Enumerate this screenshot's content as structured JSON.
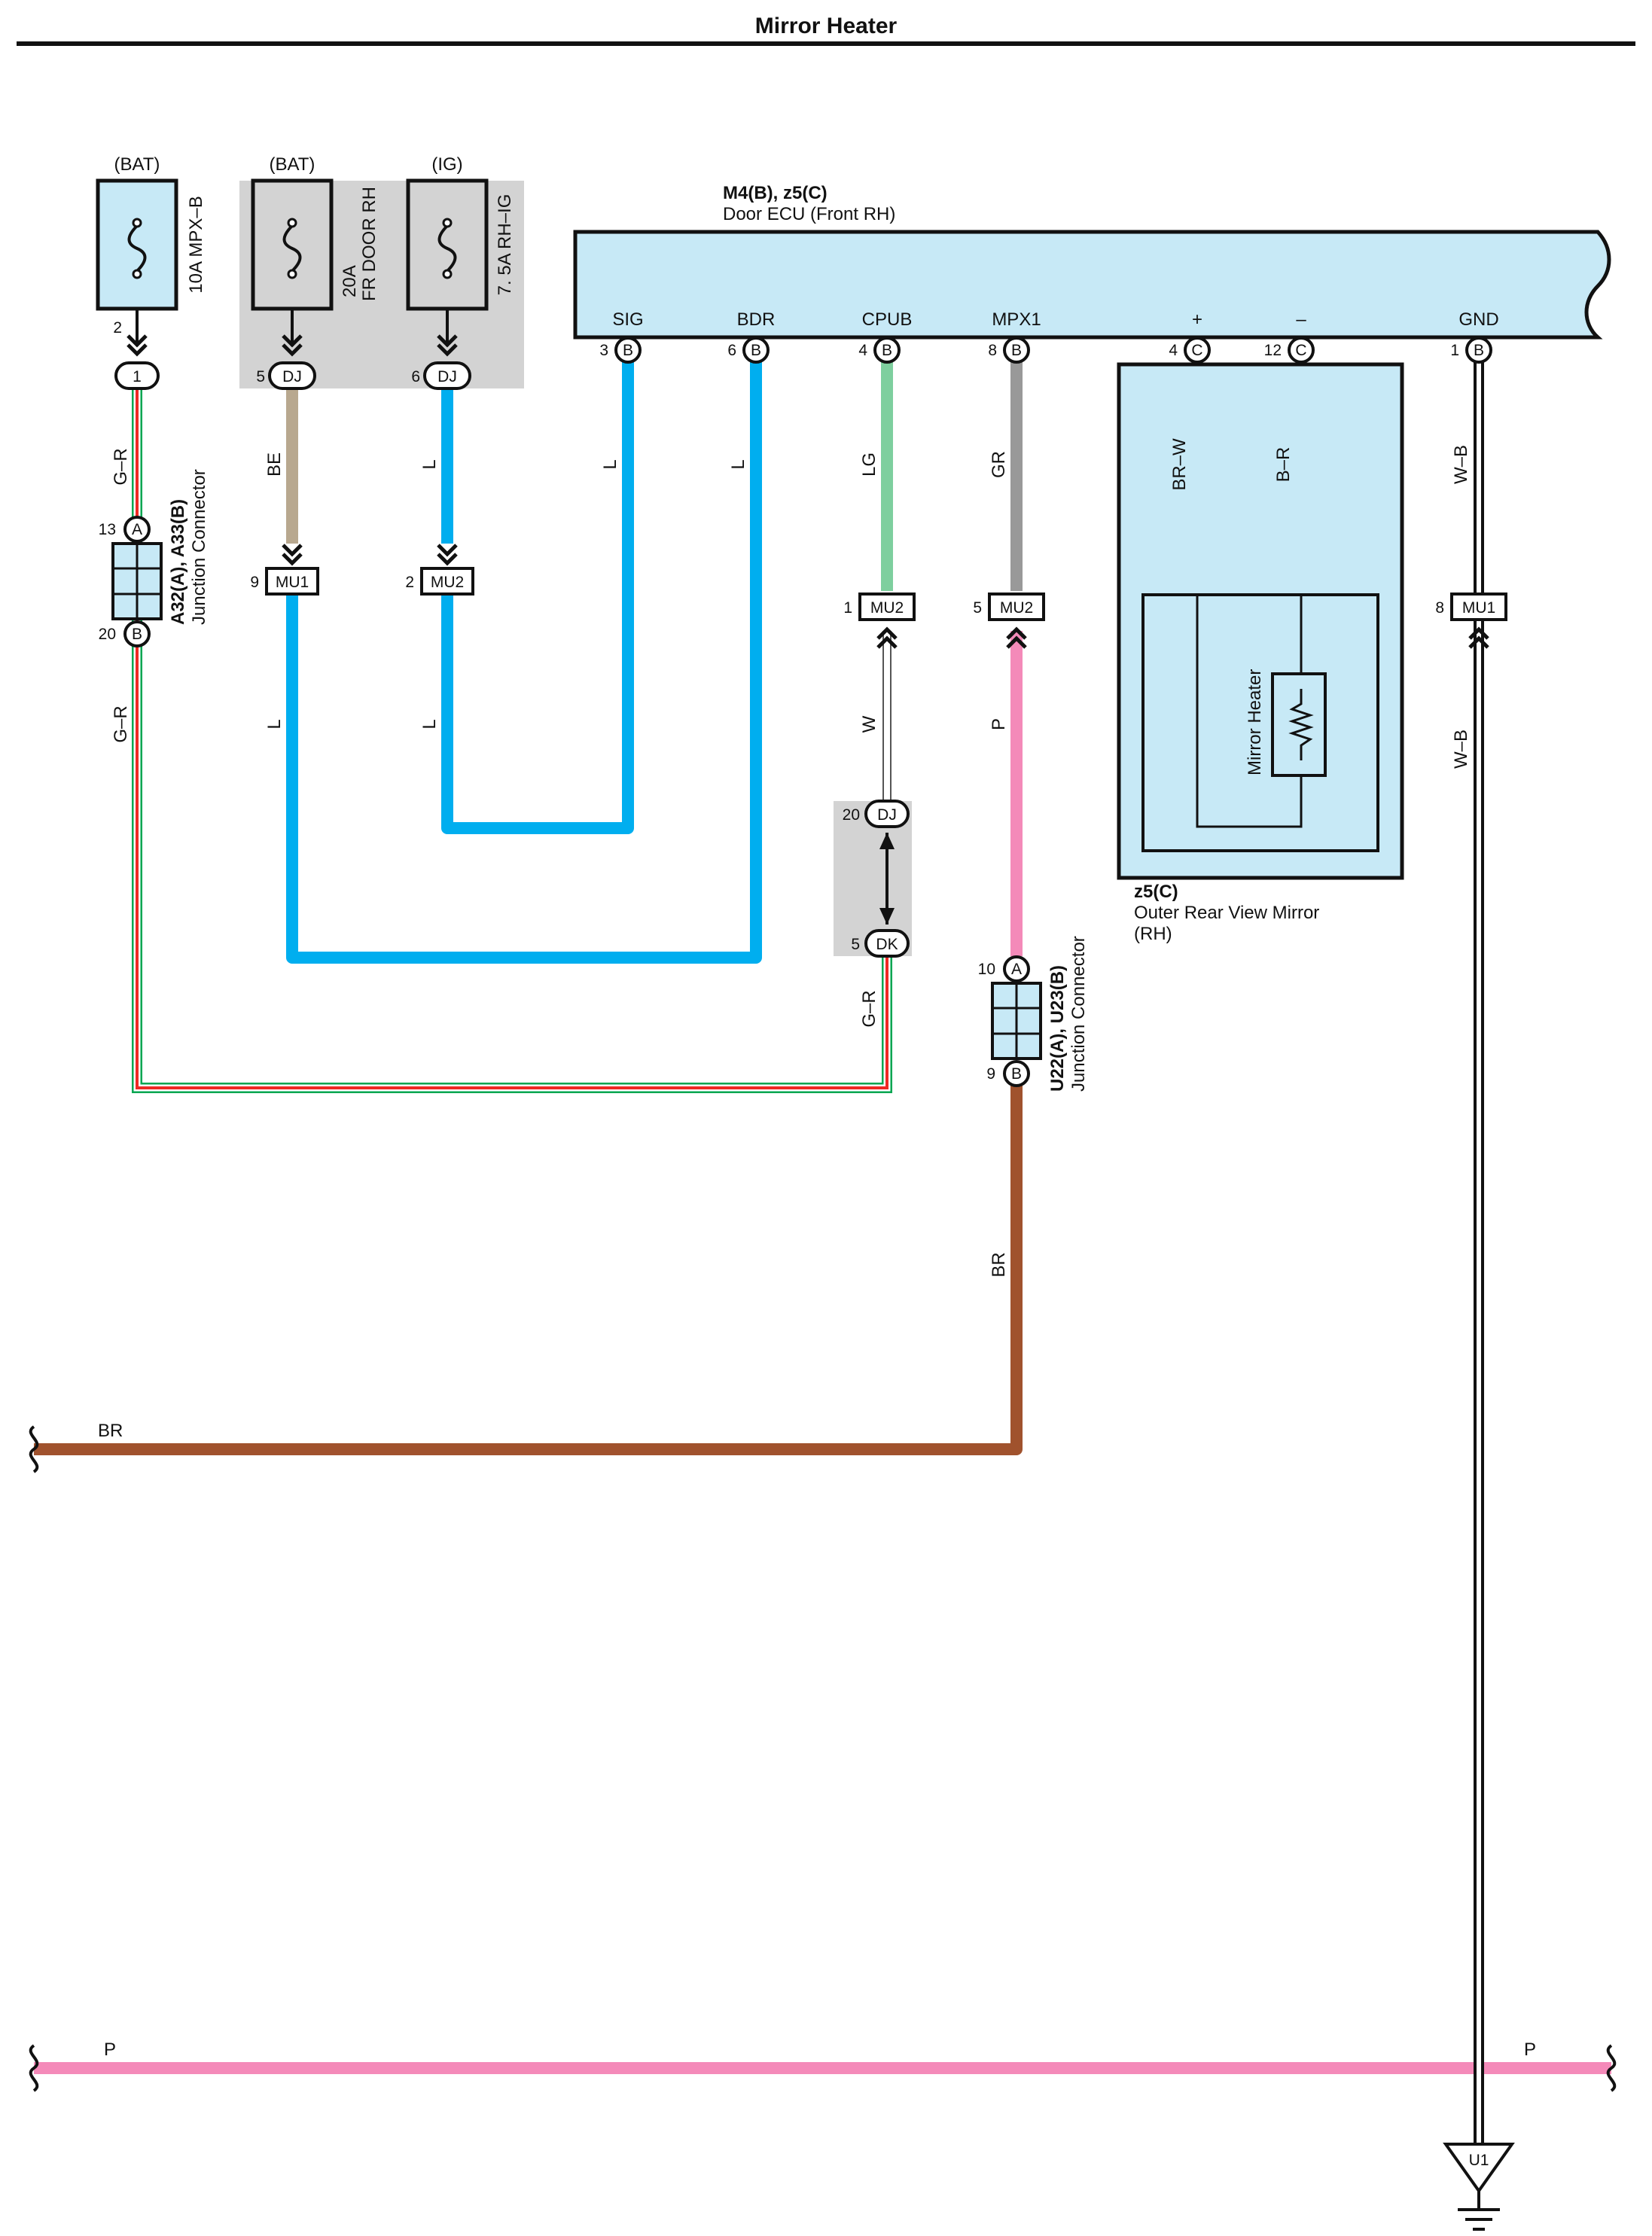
{
  "title": "Mirror Heater",
  "fuses": {
    "mpxb": {
      "source": "(BAT)",
      "label": "10A MPX–B",
      "pin": "2",
      "conn_pin": "1"
    },
    "frdoor": {
      "source": "(BAT)",
      "label_a": "20A",
      "label_b": "FR DOOR RH",
      "pin": "5",
      "conn": "DJ"
    },
    "rhig": {
      "source": "(IG)",
      "label": "7. 5A RH–IG",
      "pin": "6",
      "conn": "DJ"
    }
  },
  "ecu": {
    "code": "M4(B), z5(C)",
    "name": "Door ECU (Front RH)",
    "terminals": [
      {
        "name": "SIG",
        "pin": "3",
        "conn": "B"
      },
      {
        "name": "BDR",
        "pin": "6",
        "conn": "B"
      },
      {
        "name": "CPUB",
        "pin": "4",
        "conn": "B"
      },
      {
        "name": "MPX1",
        "pin": "8",
        "conn": "B"
      },
      {
        "name": "+",
        "pin": "4",
        "conn": "C"
      },
      {
        "name": "–",
        "pin": "12",
        "conn": "C"
      },
      {
        "name": "GND",
        "pin": "1",
        "conn": "B"
      }
    ]
  },
  "junction_a32": {
    "code": "A32(A), A33(B)",
    "name": "Junction Connector",
    "pin_top": "13",
    "conn_top": "A",
    "pin_bottom": "20",
    "conn_bottom": "B"
  },
  "junction_u22": {
    "code": "U22(A), U23(B)",
    "name": "Junction Connector",
    "pin_top": "10",
    "conn_top": "A",
    "pin_bottom": "9",
    "conn_bottom": "B"
  },
  "connectors": {
    "mu1_left": {
      "pin": "9",
      "name": "MU1"
    },
    "mu2_left": {
      "pin": "2",
      "name": "MU2"
    },
    "mu2_cpub": {
      "pin": "1",
      "name": "MU2"
    },
    "mu2_mpx": {
      "pin": "5",
      "name": "MU2"
    },
    "mu1_gnd": {
      "pin": "8",
      "name": "MU1"
    },
    "dj20": {
      "pin": "20",
      "name": "DJ"
    },
    "dk5": {
      "pin": "5",
      "name": "DK"
    }
  },
  "mirror": {
    "code": "z5(C)",
    "name": "Outer Rear View Mirror",
    "side": "(RH)",
    "heater": "Mirror Heater"
  },
  "ground": {
    "name": "U1"
  },
  "wires": {
    "gr": "G–R",
    "be": "BE",
    "l": "L",
    "lg": "LG",
    "gr_gray": "GR",
    "brw": "BR–W",
    "br_r": "B–R",
    "wb": "W–B",
    "w": "W",
    "p": "P",
    "br": "BR"
  },
  "colors": {
    "blue": "#00aeef",
    "green": "#7ecf9e",
    "gray": "#999999",
    "pink": "#f48ab9",
    "brown": "#a0522d",
    "tan": "#b8a88f",
    "red": "#ee2a24",
    "gr_green": "#00a651",
    "box_fill": "#c7e9f6",
    "shade": "#d3d3d3"
  }
}
